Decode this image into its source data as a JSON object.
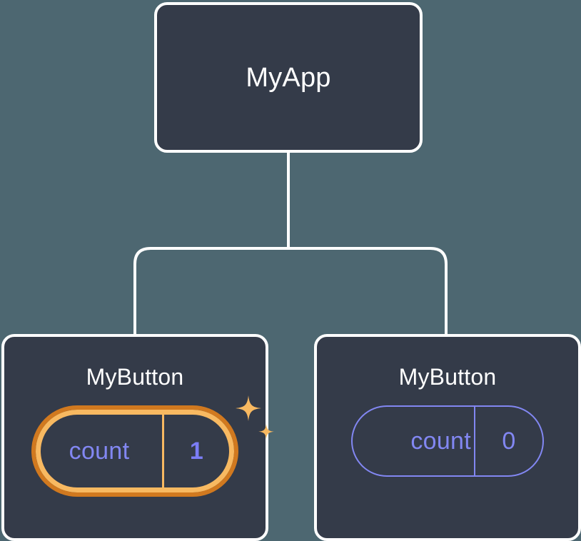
{
  "diagram": {
    "type": "component-tree",
    "background_color": "#4d6771",
    "node_fill_color": "#343b49",
    "node_border_color": "#ffffff",
    "connector_color": "#ffffff",
    "accent_highlight_outer": "#d1791f",
    "accent_highlight_inner": "#f8b961",
    "state_text_color": "#8287f2",
    "state_value_highlight_color": "#7b7df5"
  },
  "root": {
    "title": "MyApp"
  },
  "children": [
    {
      "title": "MyButton",
      "state": {
        "key": "count",
        "value": "1"
      },
      "highlighted": true,
      "sparkle_icons": [
        "sparkle-large-icon",
        "sparkle-small-icon"
      ]
    },
    {
      "title": "MyButton",
      "state": {
        "key": "count",
        "value": "0"
      },
      "highlighted": false,
      "sparkle_icons": []
    }
  ]
}
